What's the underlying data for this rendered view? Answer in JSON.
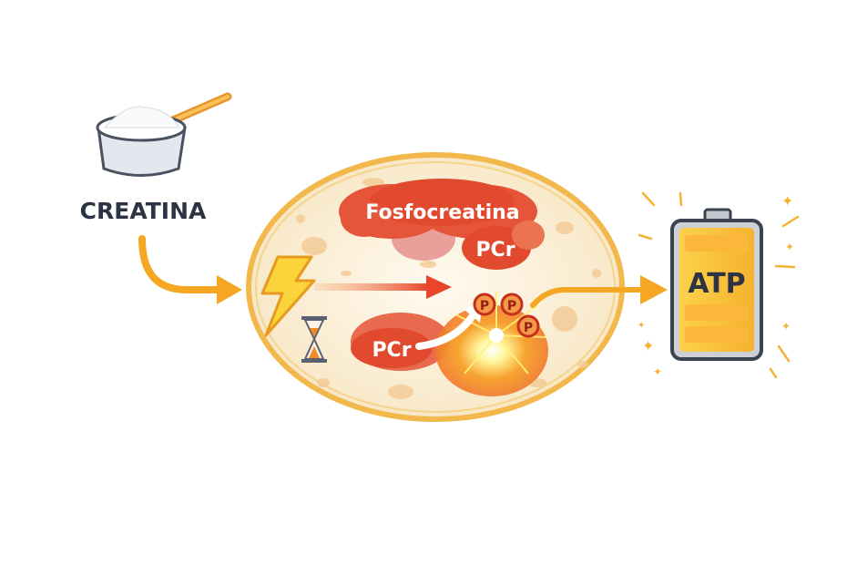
{
  "labels": {
    "creatine": "CREATINA",
    "phosphocreatine": "Fosfocreatina",
    "pcr_top": "PCr",
    "pcr_bottom": "PCr",
    "phosphate": "P",
    "battery": "ATP"
  },
  "colors": {
    "orange_arrow": "#f5a623",
    "red_cloud": "#e2492f",
    "cell_fill": "#fbf1dc",
    "cell_border": "#f2b84b",
    "battery_fill": "#f9c532",
    "text_dark": "#2c3444"
  }
}
